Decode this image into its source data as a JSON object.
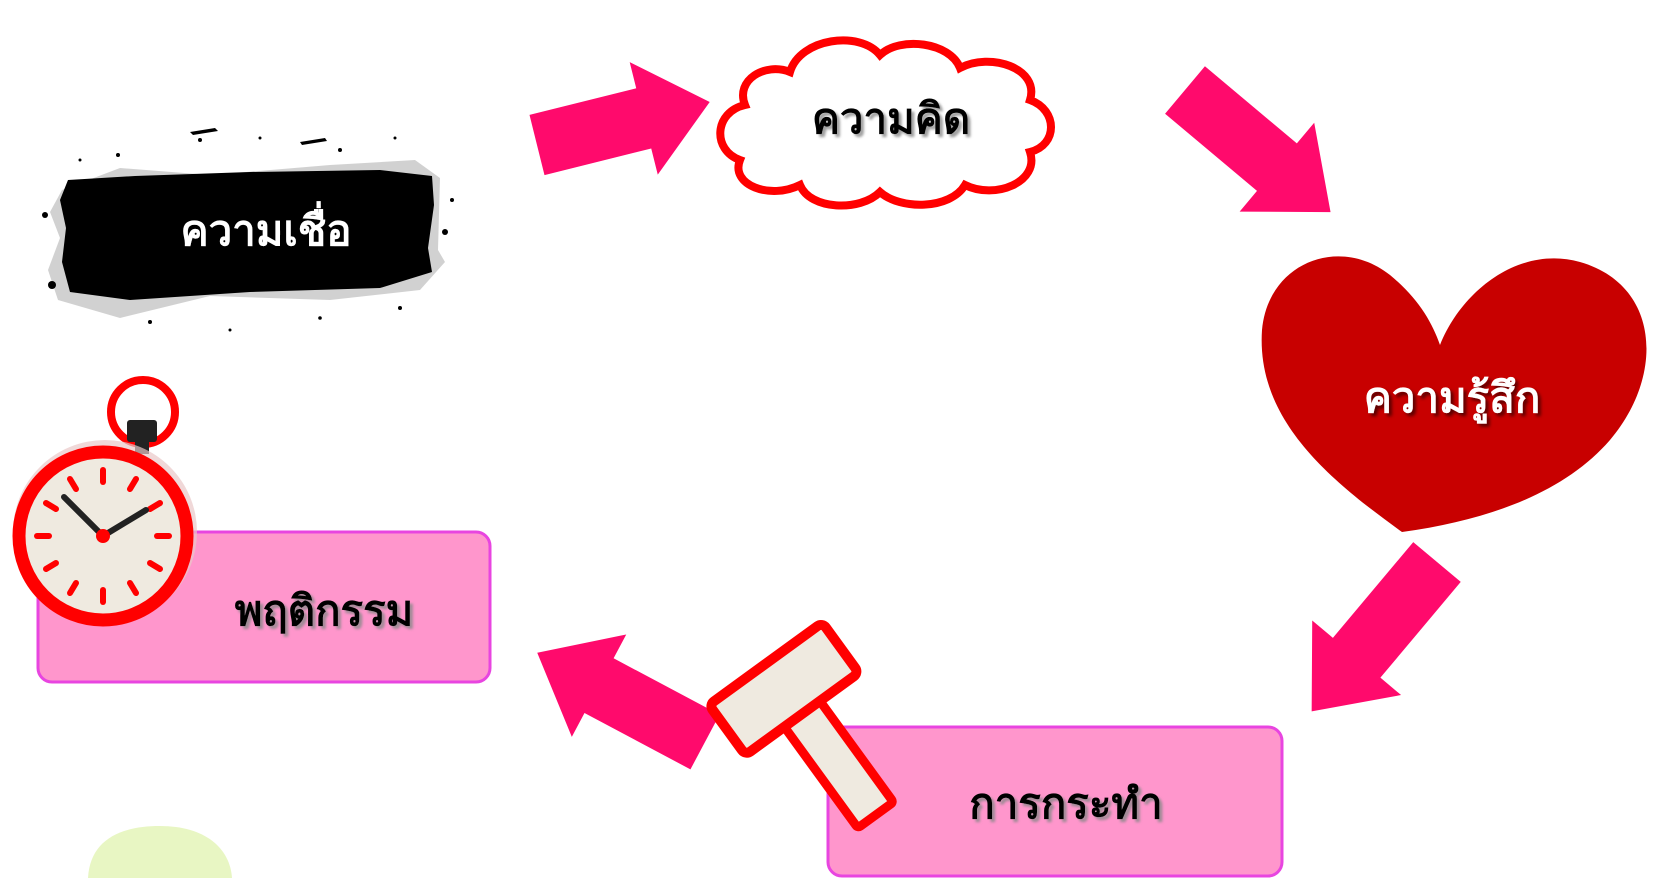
{
  "diagram": {
    "colors": {
      "arrow": "#ff0a6c",
      "red": "#ff0000",
      "heart": "#c80000",
      "box_fill": "#ff96cc",
      "box_stroke": "#e845e0",
      "belief_bg": "#000000",
      "clock_face": "#efeae0",
      "green_accent": "#e4f5b8"
    },
    "nodes": {
      "belief": {
        "label": "ความเชื่อ",
        "icon": "ink-splash-banner"
      },
      "thought": {
        "label": "ความคิด",
        "icon": "cloud-shape"
      },
      "feeling": {
        "label": "ความรู้สึก",
        "icon": "heart-shape"
      },
      "action": {
        "label": "การกระทำ",
        "icon": "hammer-icon"
      },
      "behavior": {
        "label": "พฤติกรรม",
        "icon": "stopwatch-icon"
      }
    },
    "arrows": [
      {
        "from": "belief",
        "to": "thought"
      },
      {
        "from": "thought",
        "to": "feeling"
      },
      {
        "from": "feeling",
        "to": "action"
      },
      {
        "from": "action",
        "to": "behavior"
      }
    ]
  }
}
